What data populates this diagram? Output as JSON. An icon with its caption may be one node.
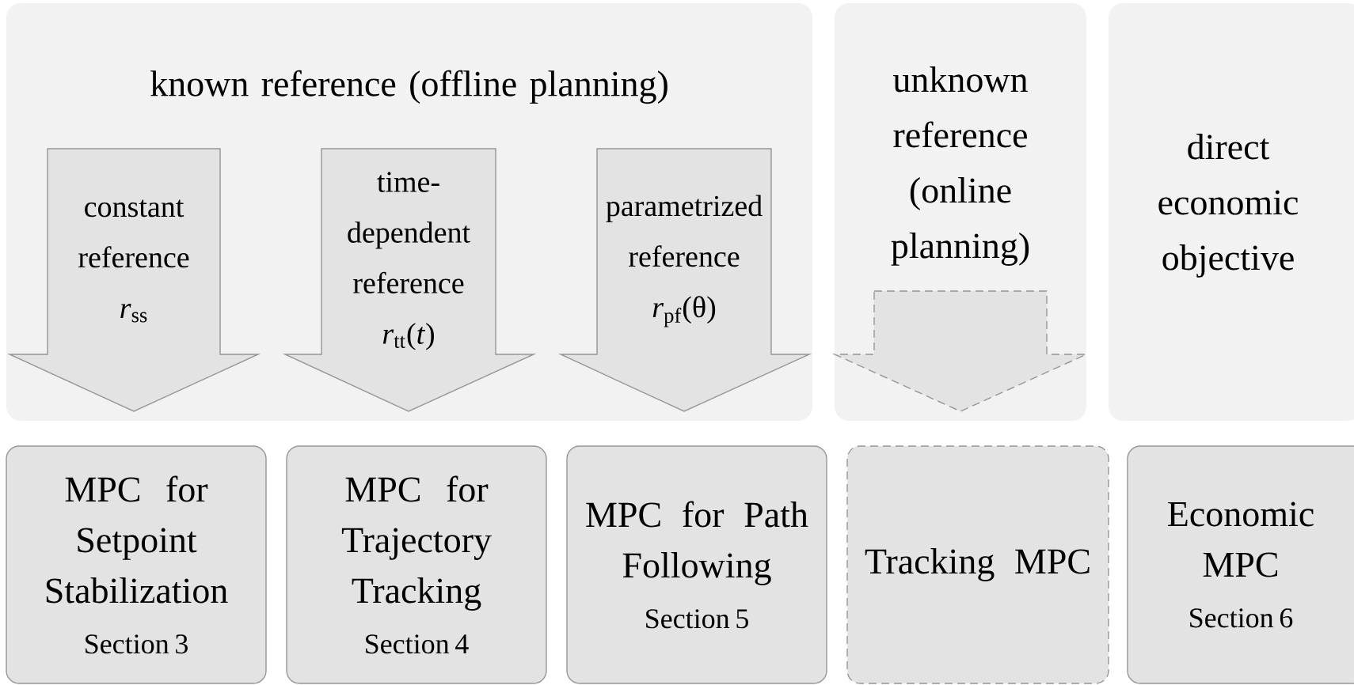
{
  "diagram": {
    "nodes": [
      {
        "text": [
          "known reference (offline planning)"
        ]
      },
      {
        "text": [
          "constant reference",
          "*r*$_{ss}$"
        ],
        "in": 0
      },
      {
        "text": [
          "time-dependent reference",
          "*r*$_{tt}$(*t*)"
        ],
        "in": 0
      },
      {
        "text": [
          "parametrized reference",
          "*r*$_{pf}$(θ)"
        ],
        "in": 0
      },
      {
        "text": [
          "unknown reference (online planning)"
        ]
      },
      {
        "text": [],
        "shape": "arrow",
        "in": 4
      },
      {
        "text": [
          "direct economic objective"
        ]
      },
      {
        "text": [
          "MPC for Setpoint Stabilization",
          "Section 3"
        ]
      },
      {
        "text": [
          "MPC for Trajectory Tracking",
          "Section 4"
        ]
      },
      {
        "text": [
          "MPC for Path Following",
          "Section 5"
        ]
      },
      {
        "text": [
          "Tracking MPC"
        ]
      },
      {
        "text": [
          "Economic MPC",
          "Section 6"
        ]
      }
    ]
  }
}
